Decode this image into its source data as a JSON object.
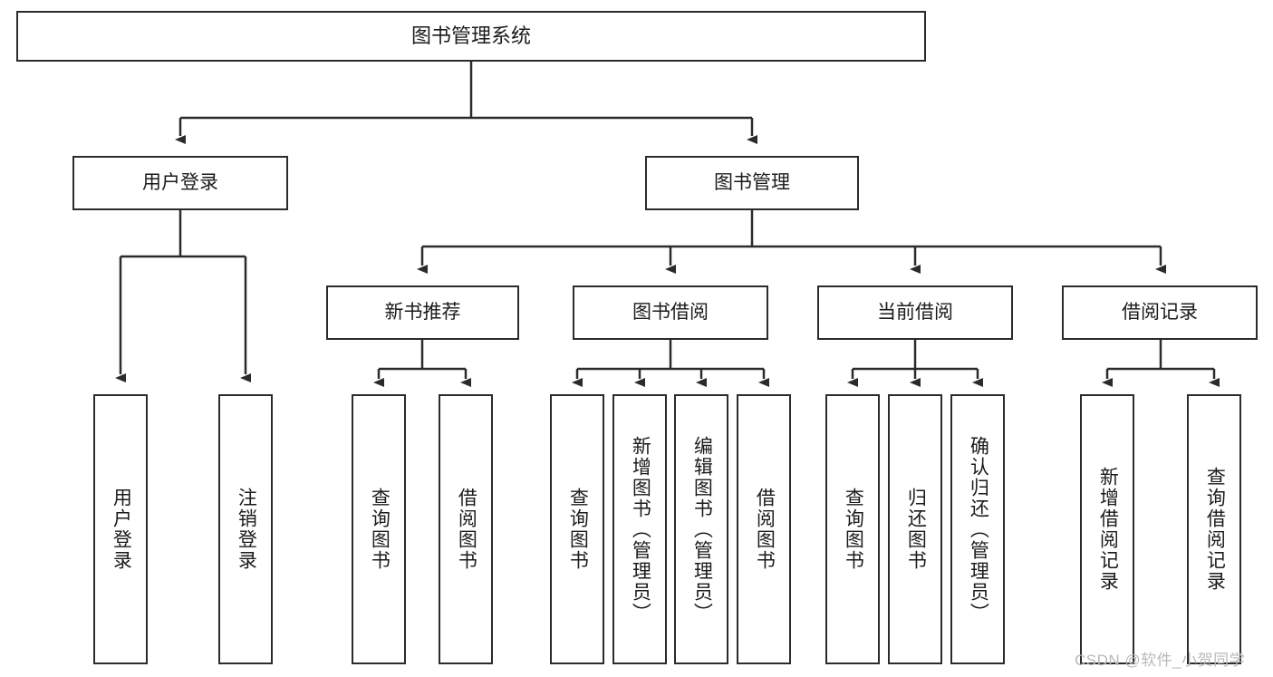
{
  "diagram": {
    "type": "tree",
    "title": "图书管理系统",
    "watermark": "CSDN @软件_小贺同学",
    "colors": {
      "stroke": "#2b2b2b",
      "fill": "#ffffff",
      "text": "#1b1b1b",
      "watermark": "#b9b9b9"
    },
    "nodes": {
      "root": {
        "label": "图书管理系统"
      },
      "level1": [
        {
          "id": "user-login",
          "label": "用户登录"
        },
        {
          "id": "book-manage",
          "label": "图书管理"
        }
      ],
      "level2": [
        {
          "id": "new-book-recommend",
          "label": "新书推荐"
        },
        {
          "id": "book-borrow",
          "label": "图书借阅"
        },
        {
          "id": "current-borrow",
          "label": "当前借阅"
        },
        {
          "id": "borrow-record",
          "label": "借阅记录"
        }
      ],
      "leaves": [
        {
          "id": "leaf-user-login",
          "label": "用户登录",
          "parent": "user-login"
        },
        {
          "id": "leaf-logout-login",
          "label": "注销登录",
          "parent": "user-login"
        },
        {
          "id": "leaf-query-book-1",
          "label": "查询图书",
          "parent": "new-book-recommend"
        },
        {
          "id": "leaf-borrow-book-1",
          "label": "借阅图书",
          "parent": "new-book-recommend"
        },
        {
          "id": "leaf-query-book-2",
          "label": "查询图书",
          "parent": "book-borrow"
        },
        {
          "id": "leaf-add-book",
          "label": "新增图书（管理员）",
          "parent": "book-borrow"
        },
        {
          "id": "leaf-edit-book",
          "label": "编辑图书（管理员）",
          "parent": "book-borrow"
        },
        {
          "id": "leaf-borrow-book-2",
          "label": "借阅图书",
          "parent": "book-borrow"
        },
        {
          "id": "leaf-query-book-3",
          "label": "查询图书",
          "parent": "current-borrow"
        },
        {
          "id": "leaf-return-book",
          "label": "归还图书",
          "parent": "current-borrow"
        },
        {
          "id": "leaf-confirm-return",
          "label": "确认归还（管理员）",
          "parent": "current-borrow"
        },
        {
          "id": "leaf-add-record",
          "label": "新增借阅记录",
          "parent": "borrow-record"
        },
        {
          "id": "leaf-query-record",
          "label": "查询借阅记录",
          "parent": "borrow-record"
        }
      ]
    }
  }
}
